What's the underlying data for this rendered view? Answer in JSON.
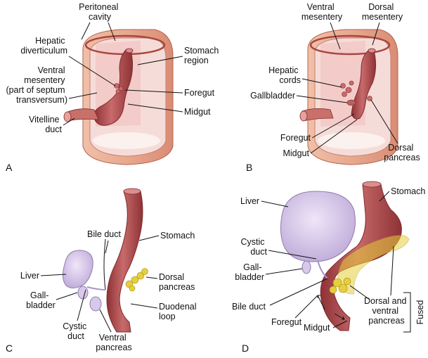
{
  "panels": {
    "A": {
      "letter": "A",
      "labels": {
        "peritoneal_cavity": [
          "Peritoneal",
          "cavity"
        ],
        "hepatic_diverticulum": [
          "Hepatic",
          "diverticulum"
        ],
        "stomach_region": [
          "Stomach",
          "region"
        ],
        "ventral_mesentery": [
          "Ventral",
          "mesentery",
          "(part of septum",
          "transversum)"
        ],
        "foregut": "Foregut",
        "midgut": "Midgut",
        "vitelline_duct": [
          "Vitelline",
          "duct"
        ]
      }
    },
    "B": {
      "letter": "B",
      "labels": {
        "ventral_mesentery": [
          "Ventral",
          "mesentery"
        ],
        "dorsal_mesentery": [
          "Dorsal",
          "mesentery"
        ],
        "hepatic_cords": [
          "Hepatic",
          "cords"
        ],
        "gallbladder": "Gallbladder",
        "foregut": "Foregut",
        "midgut": "Midgut",
        "dorsal_pancreas": [
          "Dorsal",
          "pancreas"
        ]
      }
    },
    "C": {
      "letter": "C",
      "labels": {
        "bile_duct": "Bile duct",
        "stomach": "Stomach",
        "liver": "Liver",
        "dorsal_pancreas": [
          "Dorsal",
          "pancreas"
        ],
        "gallbladder": [
          "Gall-",
          "bladder"
        ],
        "duodenal_loop": [
          "Duodenal",
          "loop"
        ],
        "cystic_duct": [
          "Cystic",
          "duct"
        ],
        "ventral_pancreas": [
          "Ventral",
          "pancreas"
        ]
      }
    },
    "D": {
      "letter": "D",
      "labels": {
        "liver": "Liver",
        "stomach": "Stomach",
        "cystic_duct": [
          "Cystic",
          "duct"
        ],
        "gallbladder": [
          "Gall-",
          "bladder"
        ],
        "bile_duct": "Bile duct",
        "dorsal_and_ventral_pancreas": [
          "Dorsal and",
          "ventral",
          "pancreas"
        ],
        "fused": "Fused",
        "foregut": "Foregut",
        "midgut": "Midgut"
      }
    }
  },
  "colors": {
    "gut": "#b85557",
    "gut_highlight": "#dc8e8e",
    "body_wall": "#e7a88e",
    "cavity": "#f3d2cf",
    "liver": "#d8c8ea",
    "pancreas": "#e6cf3c"
  }
}
